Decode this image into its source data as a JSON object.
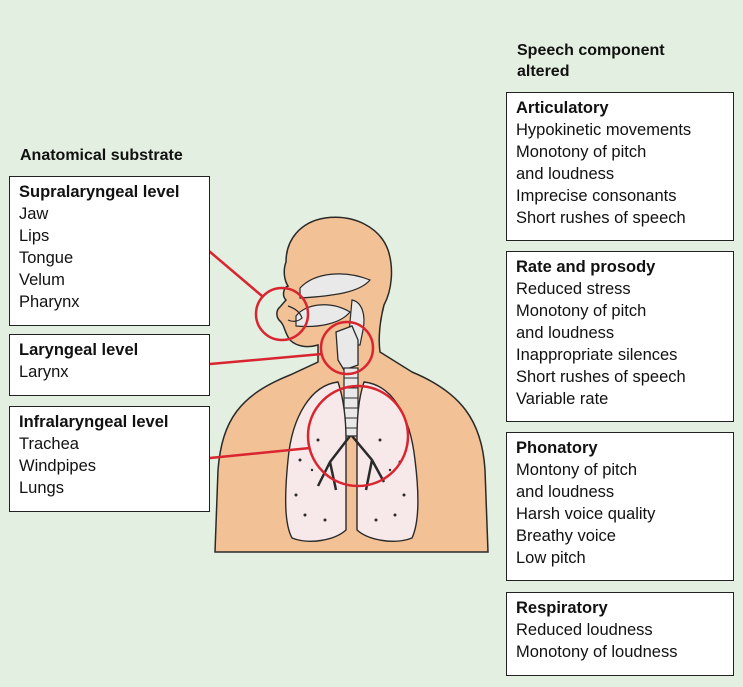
{
  "headings": {
    "left": "Anatomical substrate",
    "right_line1": "Speech component",
    "right_line2": "altered"
  },
  "left_boxes": [
    {
      "title": "Supralaryngeal level",
      "lines": [
        "Jaw",
        "Lips",
        "Tongue",
        "Velum",
        "Pharynx"
      ]
    },
    {
      "title": "Laryngeal level",
      "lines": [
        "Larynx"
      ]
    },
    {
      "title": "Infralaryngeal level",
      "lines": [
        "Trachea",
        "Windpipes",
        "Lungs"
      ]
    }
  ],
  "right_boxes": [
    {
      "title": "Articulatory",
      "lines": [
        "Hypokinetic movements",
        "Monotony of pitch",
        "and loudness",
        "Imprecise consonants",
        "Short rushes of speech"
      ]
    },
    {
      "title": "Rate and prosody",
      "lines": [
        "Reduced stress",
        "Monotony of pitch",
        "and loudness",
        "Inappropriate silences",
        "Short rushes of speech",
        "Variable rate"
      ]
    },
    {
      "title": "Phonatory",
      "lines": [
        "Montony of pitch",
        "and loudness",
        "Harsh voice quality",
        "Breathy voice",
        "Low pitch"
      ]
    },
    {
      "title": "Respiratory",
      "lines": [
        "Reduced loudness",
        "Monotony of loudness"
      ]
    }
  ],
  "colors": {
    "background": "#e3efe0",
    "skin": "#f3c196",
    "highlight": "#d9252f",
    "box_border": "#222222"
  }
}
